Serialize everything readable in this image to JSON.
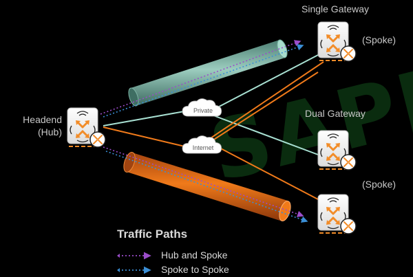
{
  "nodes": {
    "headend": {
      "line1": "Headend",
      "line2": "(Hub)"
    },
    "single_gateway": {
      "title": "Single Gateway",
      "role": "(Spoke)"
    },
    "dual_gateway": {
      "title": "Dual Gateway",
      "role": "(Spoke)"
    }
  },
  "clouds": {
    "private": "Private",
    "internet": "Internet"
  },
  "watermark": "SAPRA",
  "legend": {
    "title": "Traffic Paths",
    "items": [
      {
        "label": "Hub and Spoke",
        "color": "#9b4dca"
      },
      {
        "label": "Spoke to Spoke",
        "color": "#3b8fd6"
      }
    ]
  },
  "colors": {
    "private_link": "#a8e0d2",
    "internet_link": "#f07a1a",
    "tunnel_green": "#6fa898",
    "tunnel_orange": "#d9621a",
    "device_accent": "#f28c28"
  }
}
